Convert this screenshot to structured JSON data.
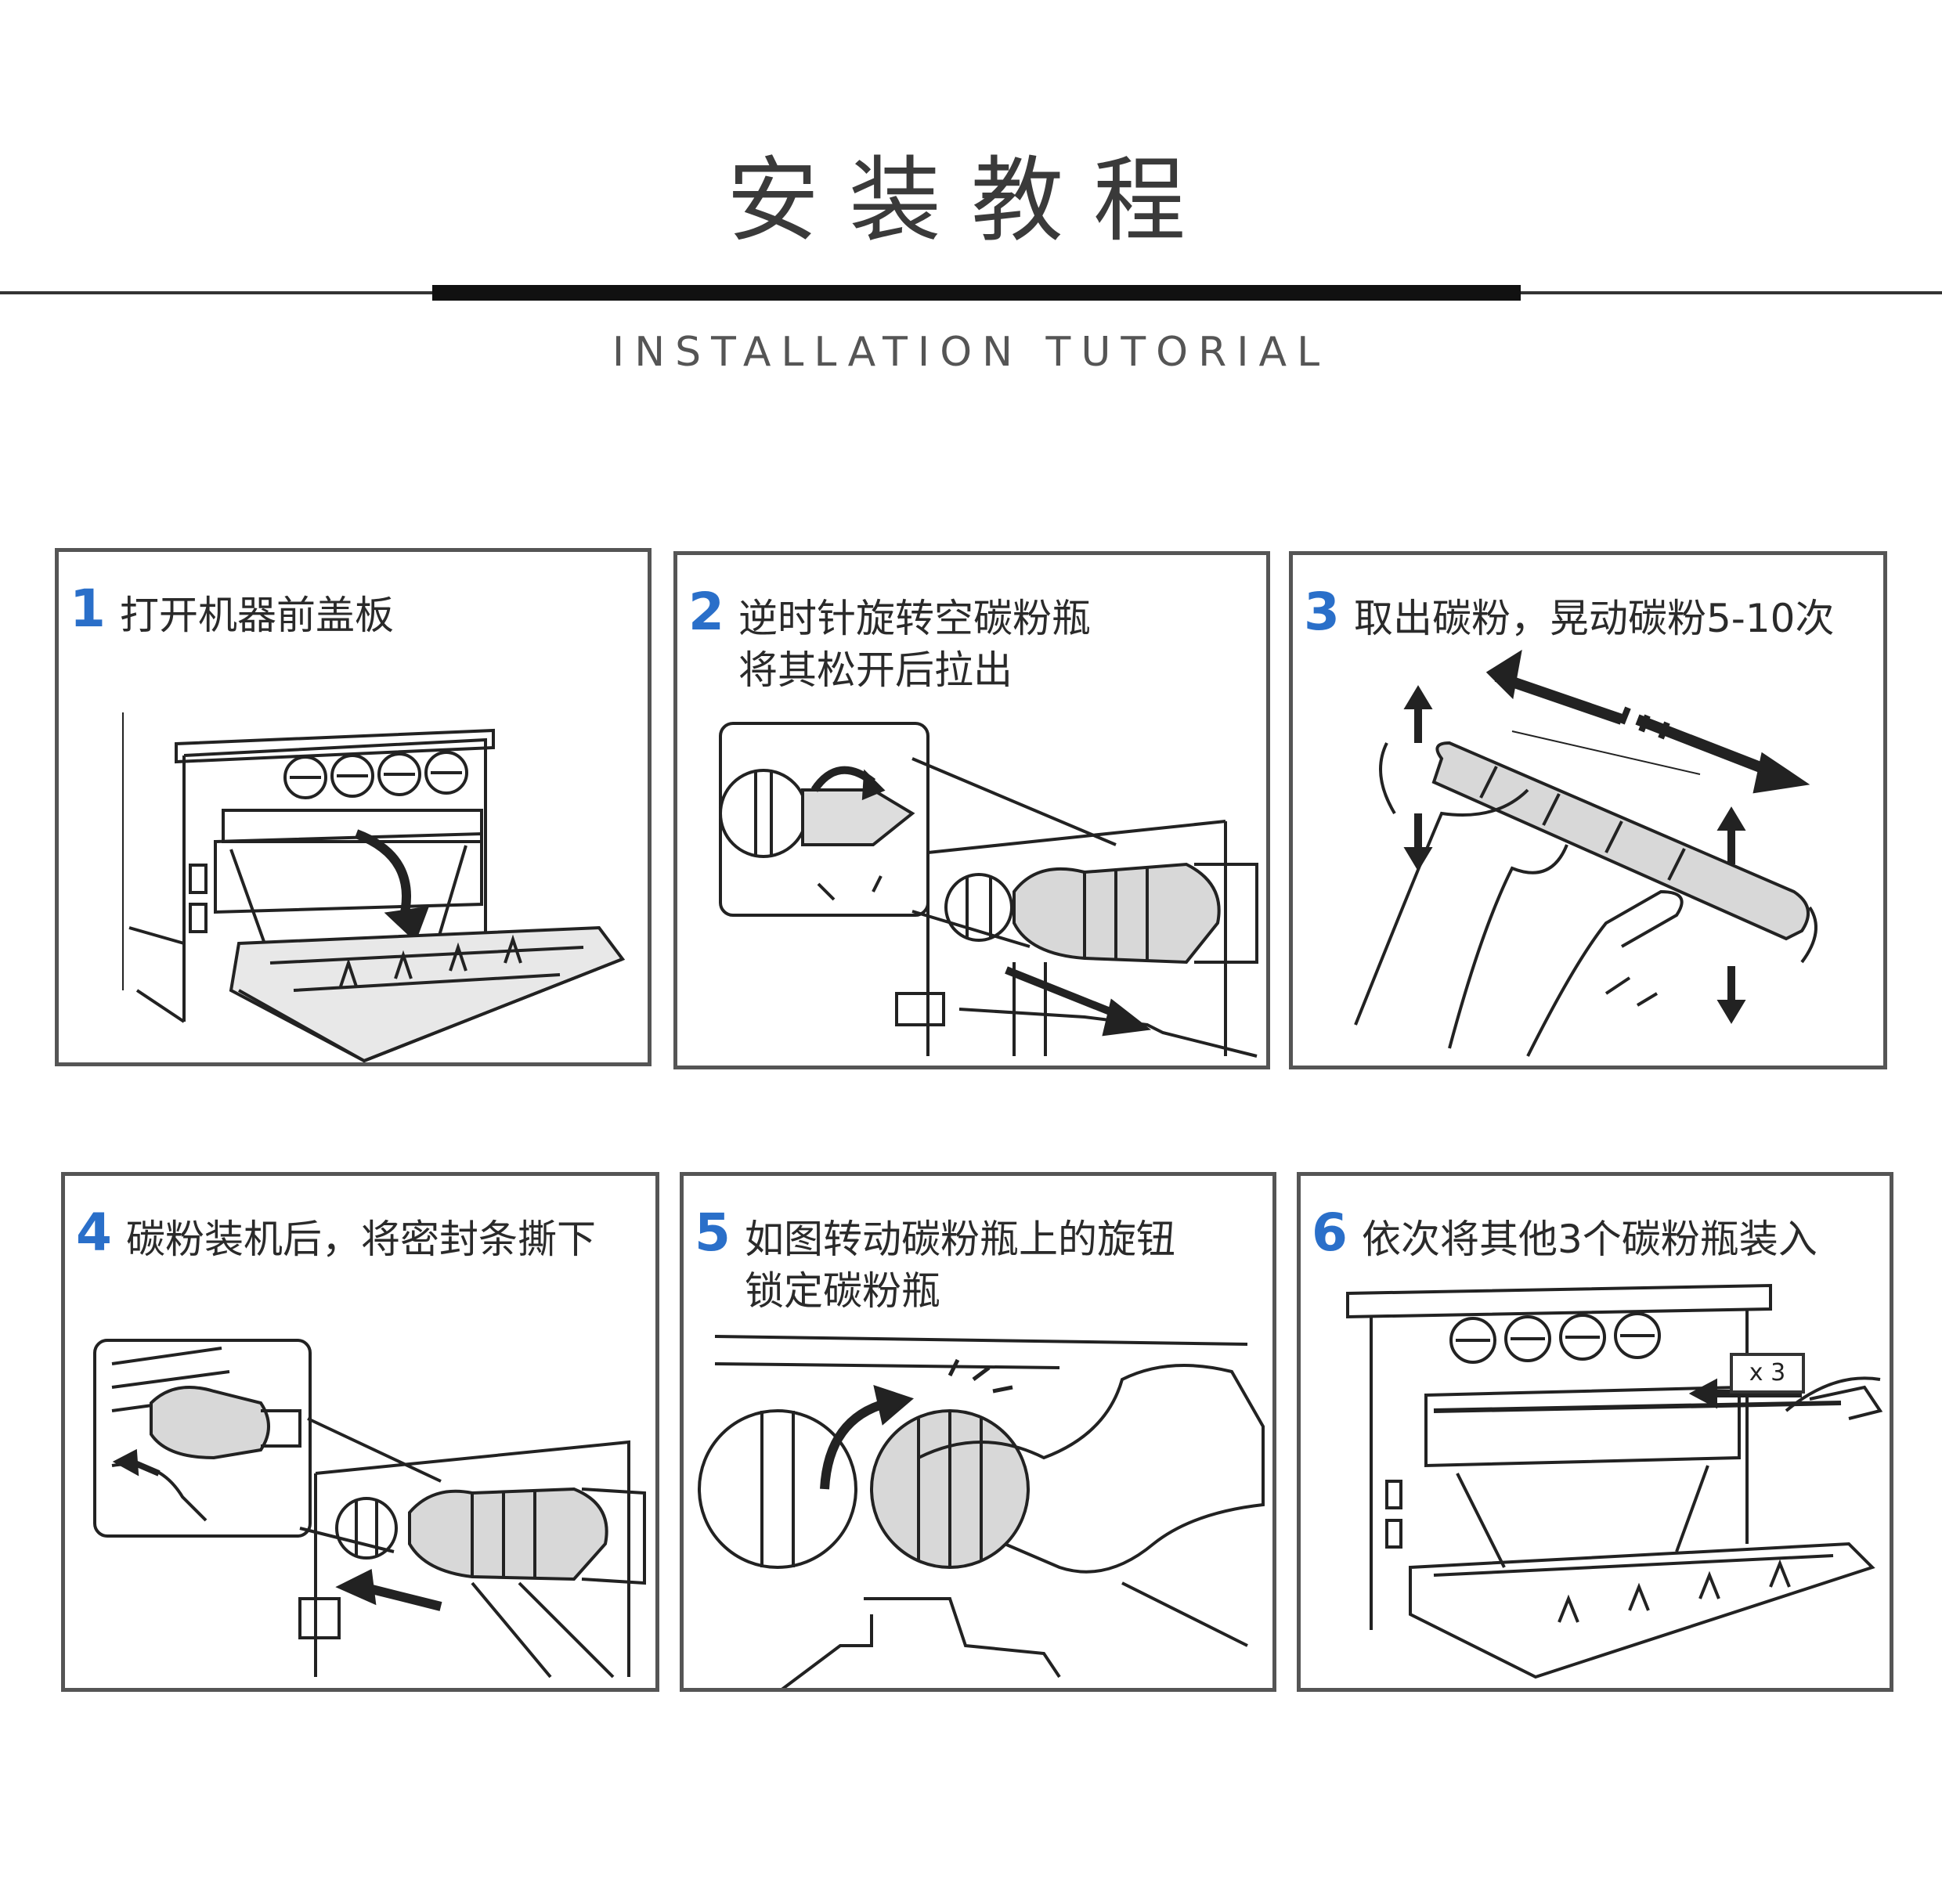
{
  "header": {
    "title": "安装教程",
    "subtitle": "INSTALLATION TUTORIAL"
  },
  "steps": [
    {
      "number": "1",
      "lines": [
        "打开机器前盖板"
      ]
    },
    {
      "number": "2",
      "lines": [
        "逆时针旋转空碳粉瓶",
        "将其松开后拉出"
      ]
    },
    {
      "number": "3",
      "lines": [
        "取出碳粉，晃动碳粉5-10次"
      ]
    },
    {
      "number": "4",
      "lines": [
        "碳粉装机后，将密封条撕下"
      ]
    },
    {
      "number": "5",
      "lines": [
        "如图转动碳粉瓶上的旋钮",
        "锁定碳粉瓶"
      ]
    },
    {
      "number": "6",
      "lines": [
        "依次将其他3个碳粉瓶装入"
      ]
    }
  ],
  "annotations": {
    "times_three": "x 3"
  },
  "colors": {
    "step_number": "#2a6fc9",
    "border": "#555555",
    "line_art": "#222222"
  }
}
